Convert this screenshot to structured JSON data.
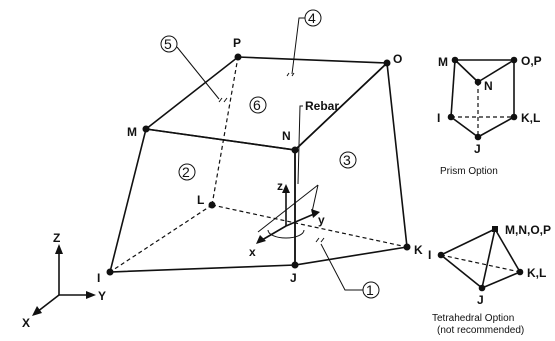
{
  "brick": {
    "nodes": {
      "I": "I",
      "J": "J",
      "K": "K",
      "L": "L",
      "M": "M",
      "N": "N",
      "O": "O",
      "P": "P"
    },
    "faces": {
      "f1": "1",
      "f2": "2",
      "f3": "3",
      "f4": "4",
      "f5": "5",
      "f6": "6"
    },
    "rebar_label": "Rebar",
    "local_axes": {
      "x": "x",
      "y": "y",
      "z": "z"
    }
  },
  "global_axes": {
    "x": "X",
    "y": "Y",
    "z": "Z"
  },
  "prism": {
    "nodes": {
      "M": "M",
      "OP": "O,P",
      "N": "N",
      "I": "I",
      "KL": "K,L",
      "J": "J"
    },
    "caption": "Prism Option"
  },
  "tetra": {
    "nodes": {
      "MNOP": "M,N,O,P",
      "I": "I",
      "KL": "K,L",
      "J": "J"
    },
    "caption": "Tetrahedral Option",
    "note": "(not recommended)"
  }
}
